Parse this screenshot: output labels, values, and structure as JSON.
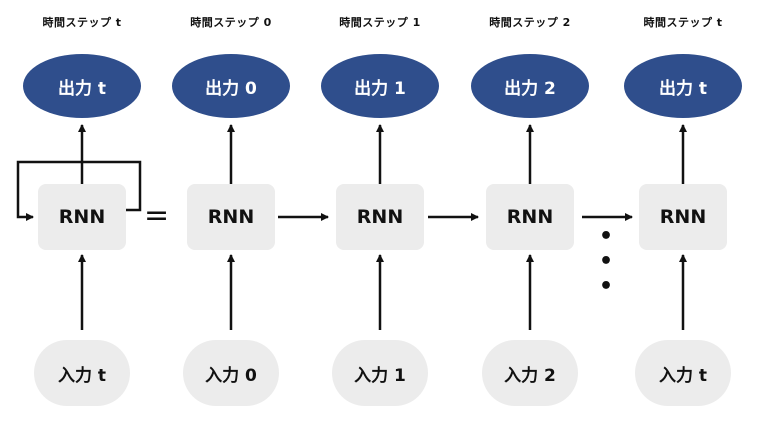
{
  "columns": [
    {
      "step_label": "時間ステップ t",
      "output": "出力 t",
      "rnn": "RNN",
      "input": "入力 t"
    },
    {
      "step_label": "時間ステップ 0",
      "output": "出力 0",
      "rnn": "RNN",
      "input": "入力 0"
    },
    {
      "step_label": "時間ステップ 1",
      "output": "出力 1",
      "rnn": "RNN",
      "input": "入力 1"
    },
    {
      "step_label": "時間ステップ 2",
      "output": "出力 2",
      "rnn": "RNN",
      "input": "入力 2"
    },
    {
      "step_label": "時間ステップ t",
      "output": "出力 t",
      "rnn": "RNN",
      "input": "入力 t"
    }
  ],
  "equals": "=",
  "ellipsis": "• • •",
  "colors": {
    "output_fill": "#2f4e8c",
    "node_fill": "#ececec",
    "line": "#111111"
  }
}
